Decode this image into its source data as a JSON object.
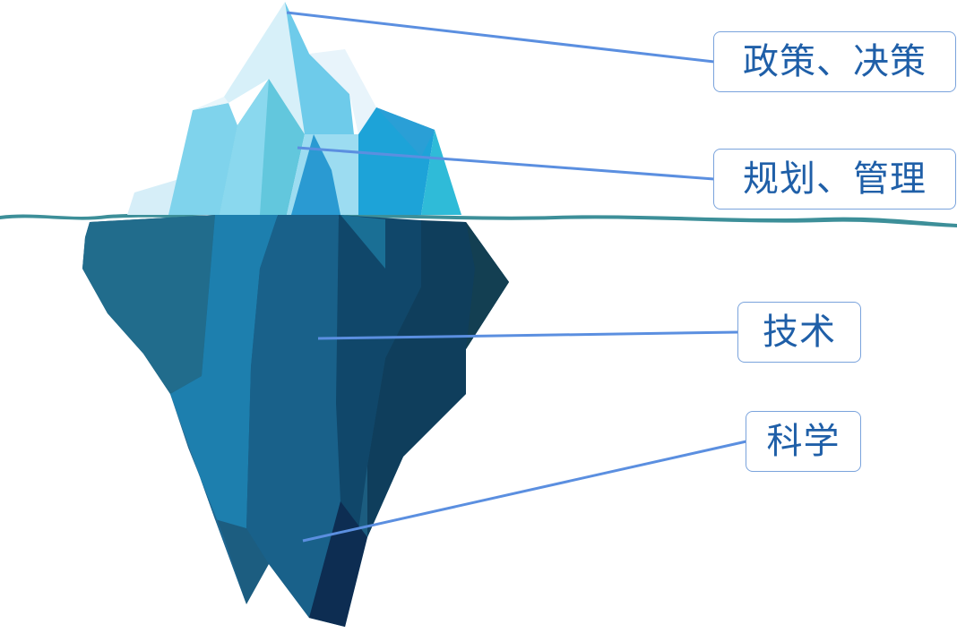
{
  "labels": {
    "policy": "政策、决策",
    "planning": "规划、管理",
    "technology": "技术",
    "science": "科学"
  },
  "colors": {
    "connector_line": "#5b8fe0",
    "label_border": "#7aa3dc",
    "label_text": "#1f5fa8",
    "water_line": "#3d8f99",
    "ice_light": "#7fd3ec",
    "ice_deep": "#0e3a5a"
  }
}
